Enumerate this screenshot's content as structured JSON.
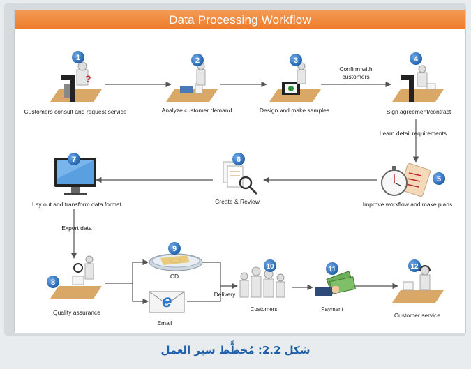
{
  "title": "Data Processing Workflow",
  "steps": [
    {
      "num": "1",
      "label": "Customers consult and request service"
    },
    {
      "num": "2",
      "label": "Analyze customer demand"
    },
    {
      "num": "3",
      "label": "Design and make samples"
    },
    {
      "num": "4",
      "label": "Sign agreement/contract"
    },
    {
      "num": "5",
      "label": "Improve workflow and make plans"
    },
    {
      "num": "6",
      "label": "Create & Review"
    },
    {
      "num": "7",
      "label": "Lay out and transform data  format"
    },
    {
      "num": "8",
      "label": "Quality assurance"
    },
    {
      "num": "9",
      "label": "CD"
    },
    {
      "num": "10",
      "label": "Customers"
    },
    {
      "num": "11",
      "label": "Payment"
    },
    {
      "num": "12",
      "label": "Customer service"
    }
  ],
  "email_label": "Email",
  "edge_labels": {
    "confirm_line1": "Confirm with",
    "confirm_line2": "customers",
    "learn": "Learn detail requirements",
    "export": "Export data",
    "delivery": "Delivery"
  },
  "caption": "شكل 2.2: مُخطَّط سير العمل",
  "colors": {
    "title_bar": "#ee7b2a",
    "badge": "#1f5fa8",
    "caption": "#1f5fa8"
  }
}
